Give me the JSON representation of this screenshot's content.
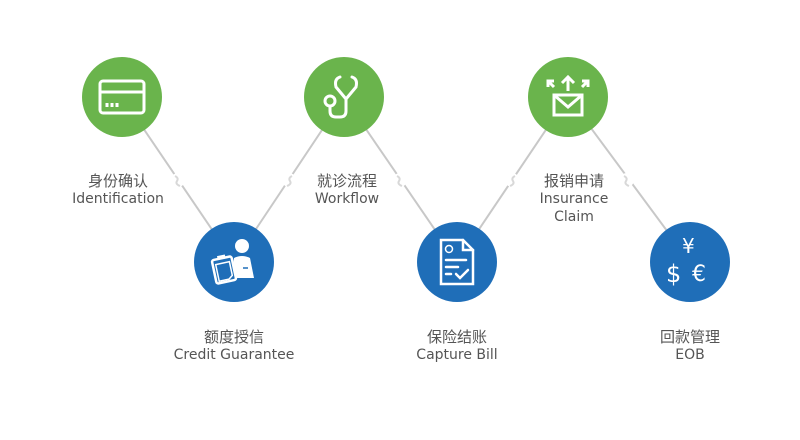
{
  "colors": {
    "green": "#6ab44c",
    "blue": "#1f6eb8",
    "line": "#c8c8c8",
    "text": "#555555"
  },
  "steps": [
    {
      "zh": "身份确认",
      "en": "Identification",
      "icon": "id-card-icon"
    },
    {
      "zh": "额度授信",
      "en": "Credit Guarantee",
      "icon": "doctor-clipboard-icon"
    },
    {
      "zh": "就诊流程",
      "en": "Workflow",
      "icon": "stethoscope-icon"
    },
    {
      "zh": "保险结账",
      "en": "Capture Bill",
      "icon": "bill-check-icon"
    },
    {
      "zh": "报销申请",
      "en": "Insurance",
      "en2": "Claim",
      "icon": "envelope-send-icon"
    },
    {
      "zh": "回款管理",
      "en": "EOB",
      "icon": "currency-icon",
      "symbols": [
        "¥",
        "$",
        "€"
      ]
    }
  ]
}
